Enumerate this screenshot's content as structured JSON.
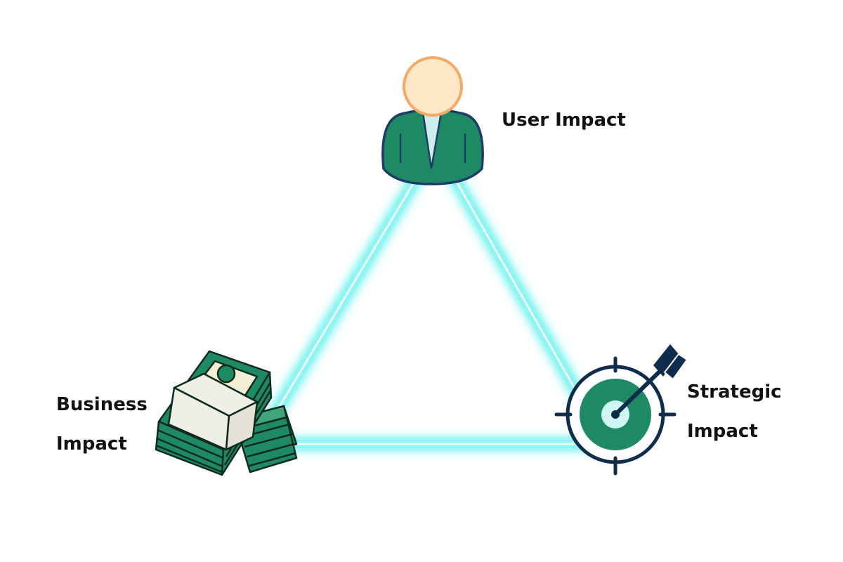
{
  "nodes": {
    "user": {
      "label": "User Impact",
      "icon": "person-icon"
    },
    "business": {
      "label_line1": "Business",
      "label_line2": "Impact",
      "icon": "money-stack-icon"
    },
    "strategic": {
      "label_line1": "Strategic",
      "label_line2": "Impact",
      "icon": "target-arrow-icon"
    }
  },
  "colors": {
    "edge_glow": "#5ff0ee",
    "edge_core": "#ffffff",
    "green": "#1e8a63",
    "navy": "#0f2c4c",
    "skin": "#fde7c6",
    "skin_outline": "#f4a966"
  }
}
